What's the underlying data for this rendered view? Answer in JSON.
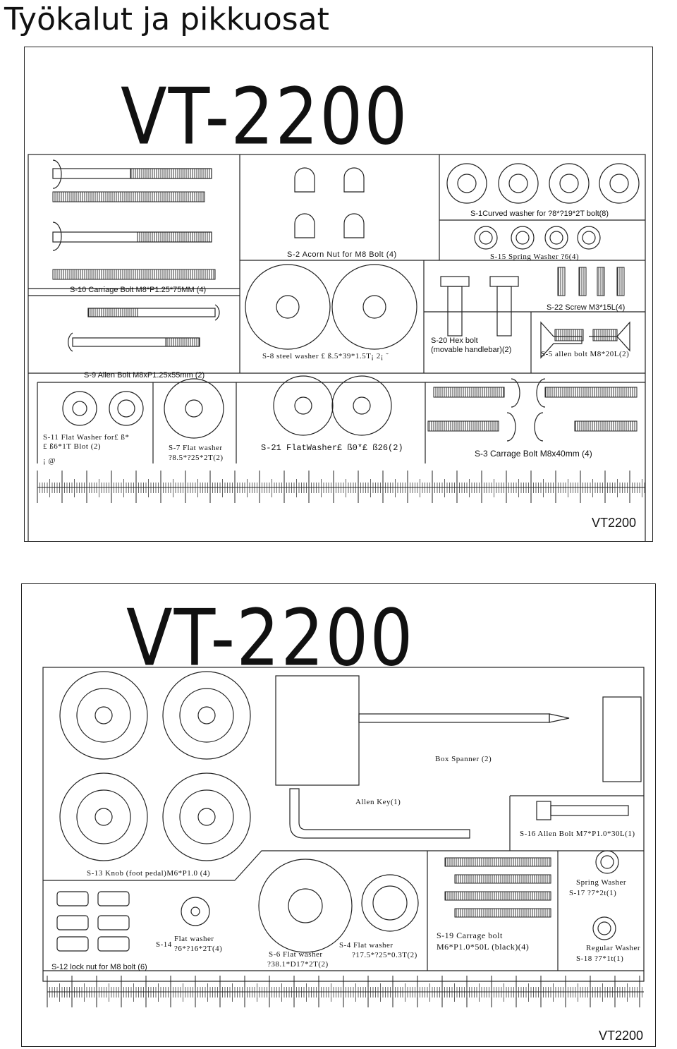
{
  "page_title": "Työkalut ja pikkuosat",
  "sheet1": {
    "model": "VT-2200",
    "footer": "VT2200",
    "labels": {
      "s1": "S-1Curved washer for ?8*?19*2T bolt(8)",
      "s2": "S-2 Acorn  Nut  for  M8 Bolt (4)",
      "s15": "S-15 Spring Washer  ?6(4)",
      "s10": "S-10 Carriage Bolt  M8*P1.25*75MM (4)",
      "s22": "S-22 Screw M3*15L(4)",
      "s8": "S-8   steel washer £ ß.5*39*1.5T¡ 2¡ ˜",
      "s20_line1": "S-20  Hex bolt",
      "s20_line2": "(movable handlebar)(2)",
      "s5": "S-5 allen bolt M8*20L(2)",
      "s9": "S-9 Allen Bolt M8xP1.25x55mm  (2)",
      "s11_line1": "S-11 Flat Washer for£ ß*",
      "s11_line2": "£ ß6*1T Blot (2)",
      "s11_line3": "¡ @",
      "s7_line1": "S-7 Flat washer",
      "s7_line2": "?8.5*?25*2T(2)",
      "s21": "S-21 FlatWasher£ ß0*£ ß26(2)",
      "s3": "S-3 Carrage Bolt   M8x40mm (4)"
    }
  },
  "sheet2": {
    "model": "VT-2200",
    "footer": "VT2200",
    "labels": {
      "box_spanner": "Box Spanner (2)",
      "allen_key": "Allen Key(1)",
      "s16": "S-16 Allen Bolt M7*P1.0*30L(1)",
      "s13": "S-13   Knob (foot pedal)M6*P1.0 (4)",
      "s17_line1": "Spring Washer",
      "s17_line2": "S-17 ?7*2t(1)",
      "s12": "S-12 lock nut for M8 bolt (6)",
      "s14_prefix": "S-14",
      "s14_line1": "Flat washer",
      "s14_line2": "?6*?16*2T(4)",
      "s6_line1": "S-6 Flat washer",
      "s6_line2": "?38.1*D17*2T(2)",
      "s4_line1": "S-4 Flat washer",
      "s4_line2": "?17.5*?25*0.3T(2)",
      "s19_line1": "S-19 Carrage bolt",
      "s19_line2": "M6*P1.0*50L (black)(4)",
      "s18_line1": "Regular Washer",
      "s18_line2": "S-18 ?7*1t(1)"
    }
  }
}
